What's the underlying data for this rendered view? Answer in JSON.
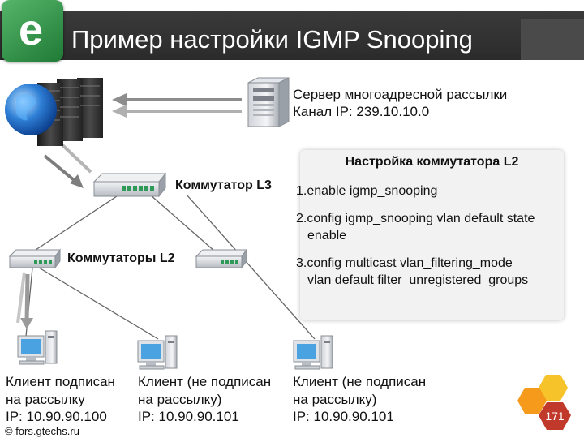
{
  "header": {
    "title": "Пример настройки IGMP Snooping",
    "logo_letter": "e"
  },
  "server": {
    "line1": "Сервер многоадресной рассылки",
    "line2": "Канал IP: 239.10.10.0"
  },
  "switch_l3_label": "Коммутатор L3",
  "switches_l2_label": "Коммутаторы L2",
  "config": {
    "title": "Настройка коммутатора L2",
    "cmd1": "1.enable igmp_snooping",
    "cmd2a": "2.config igmp_snooping vlan default state",
    "cmd2b": "enable",
    "cmd3a": "3.config multicast vlan_filtering_mode",
    "cmd3b": "vlan default  filter_unregistered_groups"
  },
  "clients": [
    {
      "line1": "Клиент подписан",
      "line2": "на рассылку",
      "ip": "IP: 10.90.90.100"
    },
    {
      "line1": "Клиент (не подписан",
      "line2": "на рассылку)",
      "ip": "IP: 10.90.90.101"
    },
    {
      "line1": "Клиент (не подписан",
      "line2": "на рассылку)",
      "ip": "IP: 10.90.90.101"
    }
  ],
  "footer": {
    "copyright": "© fors.gtechs.ru",
    "page_number": "171"
  },
  "colors": {
    "header_bg": "#2f2f2f",
    "logo_green": "#2e9a47",
    "badge_red": "#c0392b",
    "badge_orange": "#f0a500"
  }
}
